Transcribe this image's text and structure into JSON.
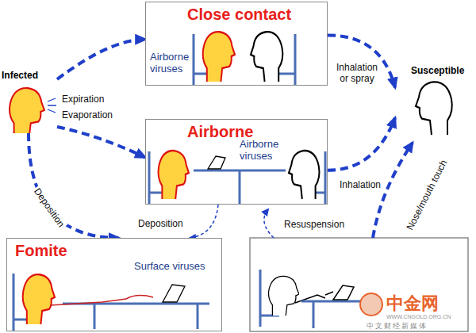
{
  "diagram": {
    "nodes": [
      {
        "text": [
          "Infected"
        ]
      },
      {
        "text": [
          "Close contact",
          "Airborne viruses"
        ]
      },
      {
        "text": [
          "Airborne",
          "Airborne viruses"
        ]
      },
      {
        "text": [
          "Fomite",
          "Surface viruses"
        ]
      },
      {
        "text": [
          "Susceptible"
        ]
      }
    ],
    "edges": [
      {
        "from": 0,
        "to": 1,
        "arrow": "to"
      },
      {
        "from": 0,
        "to": 2,
        "arrow": "to"
      },
      {
        "from": 0,
        "to": 3,
        "arrow": "to",
        "label": "Deposition"
      },
      {
        "from": 1,
        "to": 4,
        "arrow": "to",
        "label": "Inhalation or spray"
      },
      {
        "from": 2,
        "to": 4,
        "arrow": "to",
        "label": "Inhalation"
      },
      {
        "from": 2,
        "to": 3,
        "arrow": "to",
        "label": "Deposition"
      }
    ],
    "labels": [
      "Expiration",
      "Evaporation",
      "Resuspension",
      "Nose/mouth touch",
      "中金网",
      "WWW.CNGOLD.ORG.CN",
      "中文财经新媒体"
    ]
  }
}
